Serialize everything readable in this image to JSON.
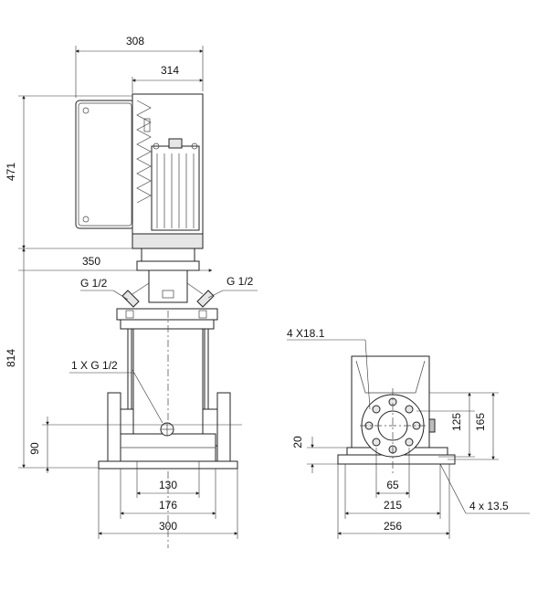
{
  "dimensions": {
    "overall_width_308": "308",
    "motor_width_314": "314",
    "motor_height_471": "471",
    "mounting_350": "350",
    "pump_height_814": "814",
    "base_height_90": "90",
    "base_130": "130",
    "base_176": "176",
    "base_300": "300",
    "flange_hole_65": "65",
    "base_215": "215",
    "base_256": "256",
    "side_125": "125",
    "side_165": "165",
    "foot_20": "20"
  },
  "labels": {
    "connection_left": "G 1/2",
    "connection_right": "G 1/2",
    "drain": "1 X G 1/2",
    "flange_holes": "4 X18.1",
    "base_holes": "4  x  13.5"
  }
}
